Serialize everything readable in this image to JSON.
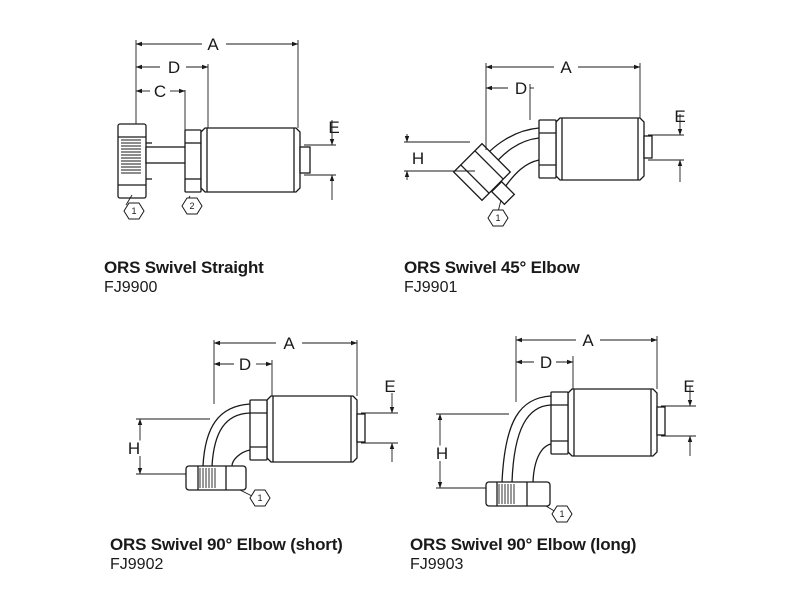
{
  "fittings": [
    {
      "title": "ORS Swivel Straight",
      "part": "FJ9900",
      "dims": [
        "A",
        "D",
        "C",
        "E"
      ],
      "balloons": [
        "1",
        "2"
      ]
    },
    {
      "title": "ORS Swivel 45° Elbow",
      "part": "FJ9901",
      "dims": [
        "A",
        "D",
        "E",
        "H"
      ],
      "balloons": [
        "1"
      ]
    },
    {
      "title": "ORS Swivel 90° Elbow (short)",
      "part": "FJ9902",
      "dims": [
        "A",
        "D",
        "E",
        "H"
      ],
      "balloons": [
        "1"
      ]
    },
    {
      "title": "ORS Swivel 90° Elbow (long)",
      "part": "FJ9903",
      "dims": [
        "A",
        "D",
        "E",
        "H"
      ],
      "balloons": [
        "1"
      ]
    }
  ]
}
